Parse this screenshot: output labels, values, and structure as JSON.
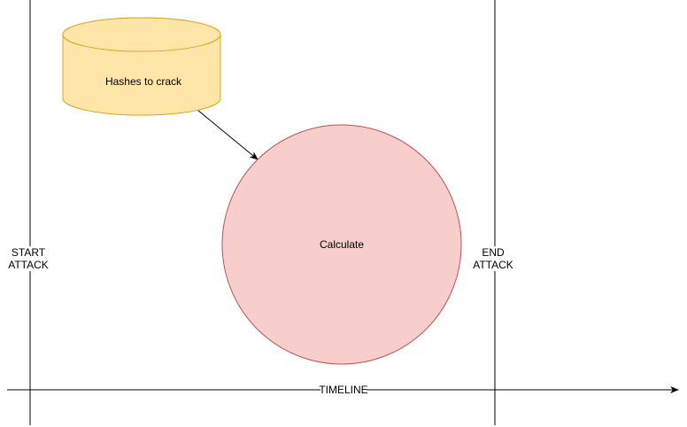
{
  "diagram": {
    "nodes": {
      "hashes": {
        "label": "Hashes to crack",
        "shape": "cylinder",
        "fill": "#ffe6a8",
        "stroke": "#d6a51f"
      },
      "calculate": {
        "label": "Calculate",
        "shape": "circle",
        "fill": "#f8cecc",
        "stroke": "#b85450"
      }
    },
    "markers": {
      "start_line1": "START",
      "start_line2": "ATTACK",
      "end_line1": "END",
      "end_line2": "ATTACK"
    },
    "timeline": {
      "label": "TIMELINE"
    },
    "edges": [
      {
        "from": "hashes",
        "to": "calculate"
      }
    ]
  }
}
